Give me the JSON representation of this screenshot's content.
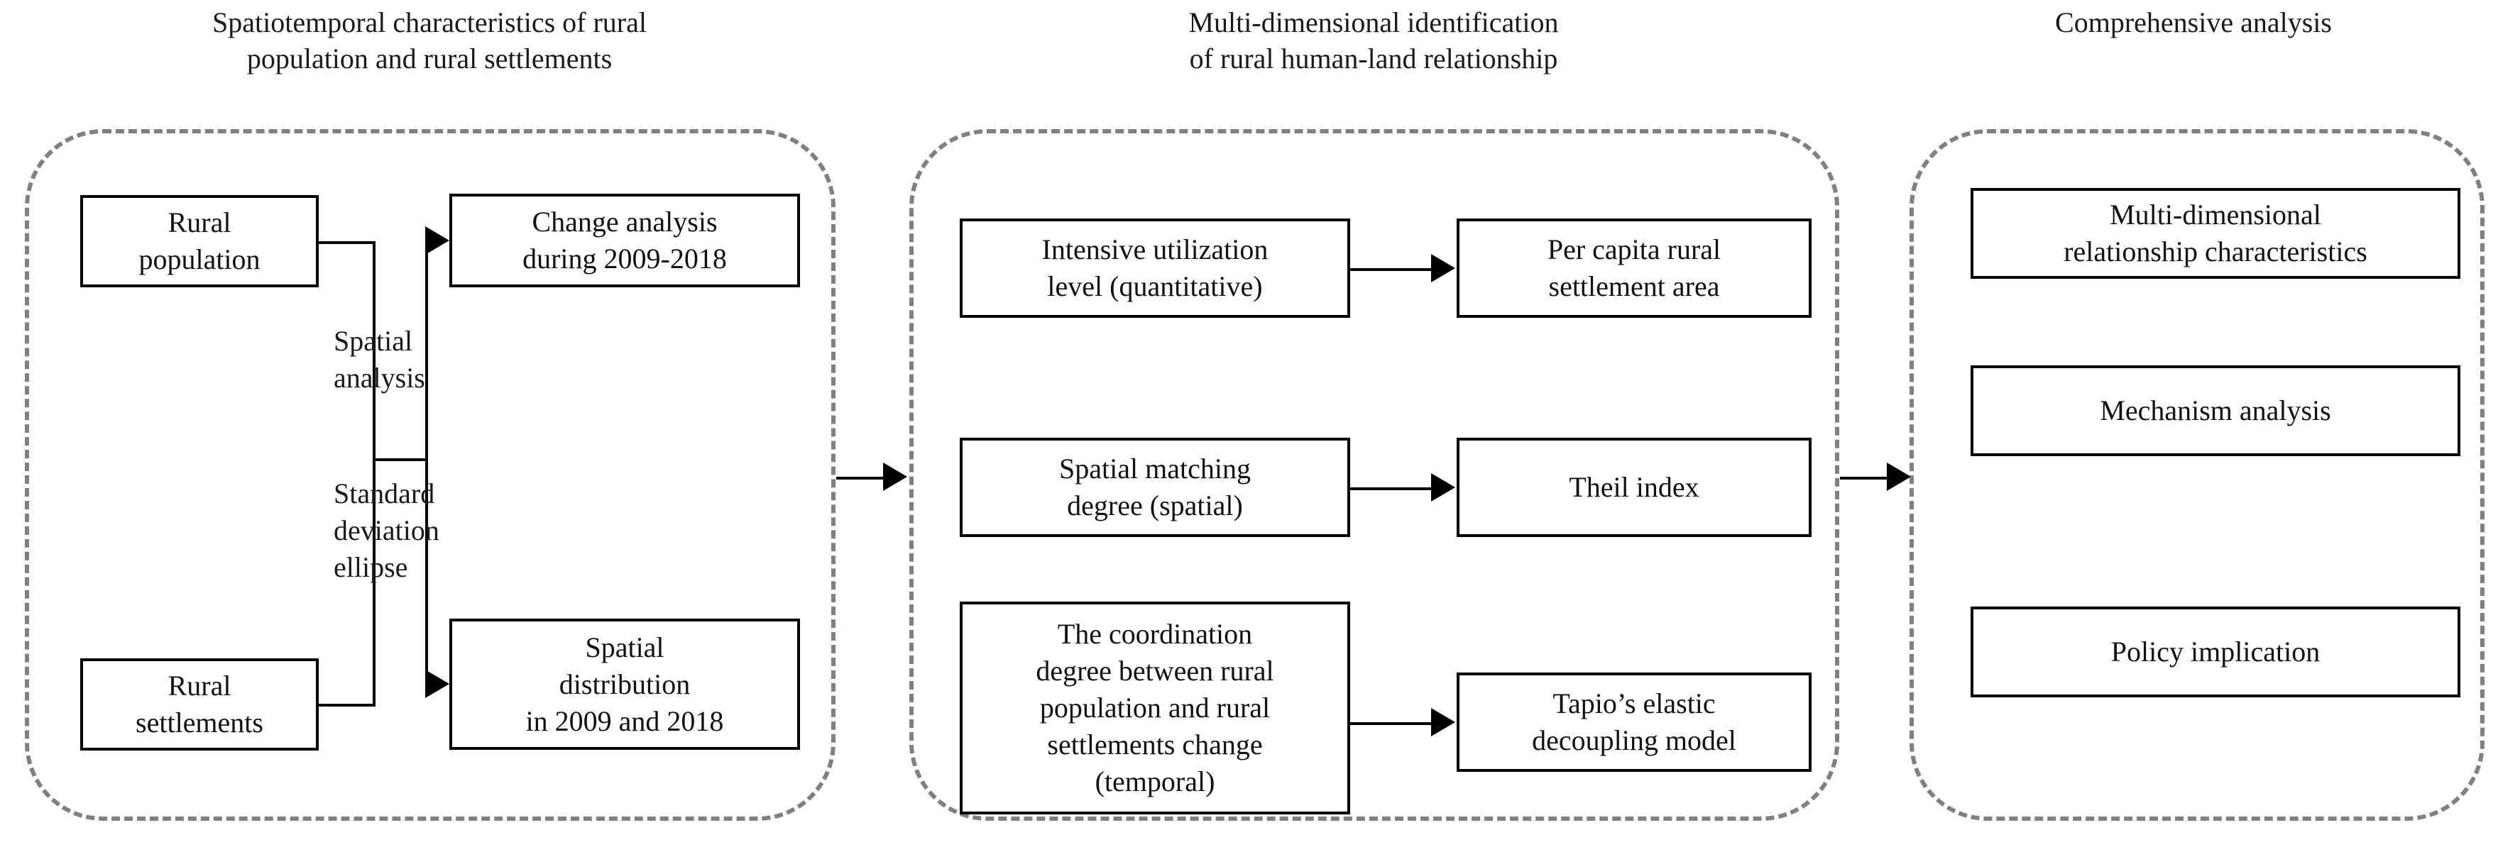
{
  "panels": [
    {
      "id": "left",
      "title": "Spatiotemporal characteristics of rural\npopulation and rural settlements"
    },
    {
      "id": "middle",
      "title": "Multi-dimensional identification\nof rural human-land relationship"
    },
    {
      "id": "right",
      "title": "Comprehensive analysis"
    }
  ],
  "left_panel": {
    "nodes": {
      "rural_population": "Rural\npopulation",
      "rural_settlements": "Rural\nsettlements",
      "change_analysis": "Change analysis\nduring 2009-2018",
      "spatial_distribution": "Spatial\ndistribution\nin 2009 and 2018"
    },
    "edge_labels": {
      "spatial_analysis": "Spatial\nanalysis",
      "standard_deviation_ellipse": "Standard\ndeviation\nellipse"
    }
  },
  "middle_panel": {
    "nodes": {
      "intensive_utilization": "Intensive utilization\nlevel (quantitative)",
      "per_capita_settlement_area": "Per capita rural\nsettlement area",
      "spatial_matching_degree": "Spatial matching\ndegree (spatial)",
      "theil_index": "Theil index",
      "coordination_degree": "The coordination\ndegree between rural\npopulation and rural\nsettlements change\n(temporal)",
      "tapio_model": "Tapio’s elastic\ndecoupling model"
    }
  },
  "right_panel": {
    "nodes": {
      "multi_dimensional_relationship": "Multi-dimensional\nrelationship characteristics",
      "mechanism_analysis": "Mechanism analysis",
      "policy_implication": "Policy implication"
    }
  },
  "colors": {
    "panel_border": "#808080",
    "node_border": "#000000",
    "connector": "#000000",
    "text": "#111111",
    "background": "#ffffff"
  }
}
